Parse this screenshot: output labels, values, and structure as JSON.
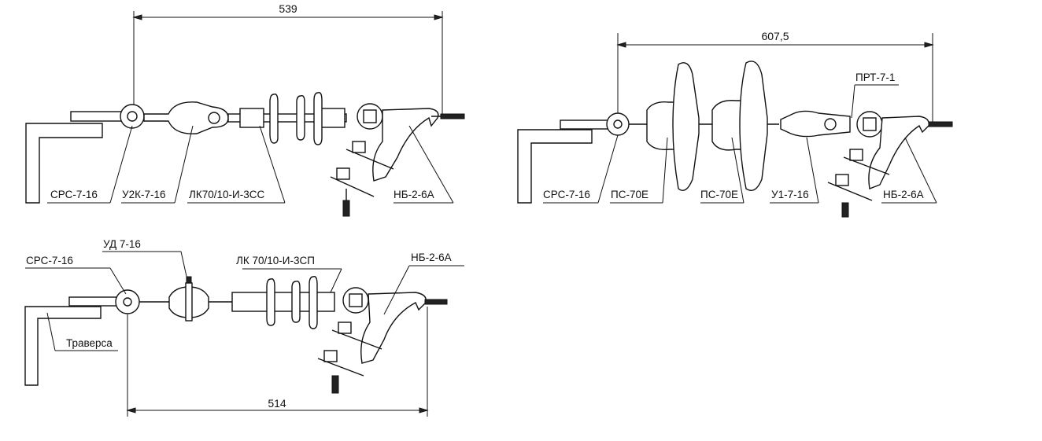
{
  "assemblies": [
    {
      "dimension": "539",
      "labels": {
        "p1": "СРС-7-16",
        "p2": "У2К-7-16",
        "p3": "ЛК70/10-И-3СС",
        "p4": "НБ-2-6А"
      }
    },
    {
      "dimension": "607,5",
      "labels": {
        "p1": "СРС-7-16",
        "p2": "ПС-70Е",
        "p3": "ПС-70Е",
        "p4": "У1-7-16",
        "p5": "НБ-2-6А",
        "p6": "ПРТ-7-1"
      }
    },
    {
      "dimension": "514",
      "labels": {
        "p1": "СРС-7-16",
        "p2": "УД 7-16",
        "p3": "ЛК 70/10-И-3СП",
        "p4": "НБ-2-6А",
        "p5": "Траверса"
      }
    }
  ]
}
